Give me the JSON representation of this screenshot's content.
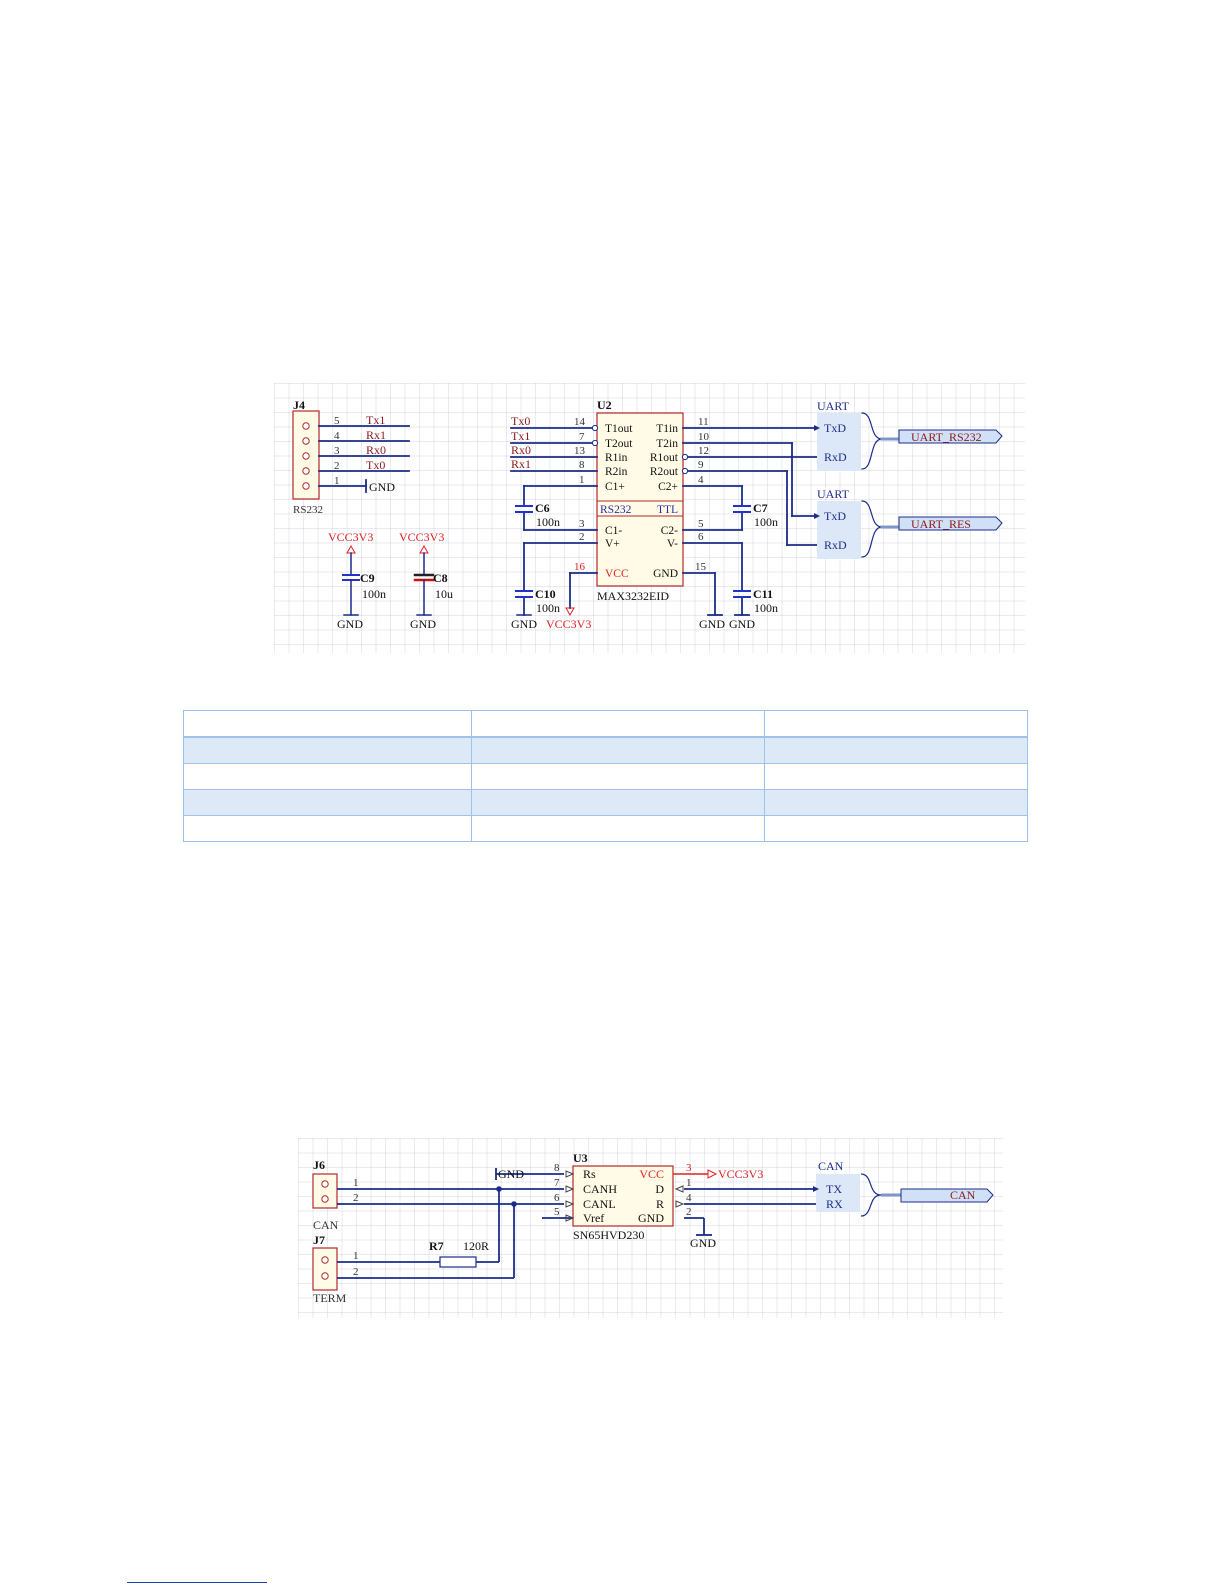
{
  "rs232_section": {
    "j4": {
      "ref": "J4",
      "name": "RS232",
      "pins": [
        {
          "num": "5",
          "net": "Tx1"
        },
        {
          "num": "4",
          "net": "Rx1"
        },
        {
          "num": "3",
          "net": "Rx0"
        },
        {
          "num": "2",
          "net": "Tx0"
        },
        {
          "num": "1",
          "net": "GND"
        }
      ]
    },
    "power_caps": [
      {
        "ref": "C9",
        "value": "100n",
        "power": "VCC3V3",
        "gnd": "GND"
      },
      {
        "ref": "C8",
        "value": "10u",
        "power": "VCC3V3",
        "gnd": "GND"
      }
    ],
    "u2": {
      "ref": "U2",
      "part": "MAX3232EID",
      "left_pins": [
        {
          "num": "14",
          "name": "T1out",
          "net": "Tx0"
        },
        {
          "num": "7",
          "name": "T2out",
          "net": "Tx1"
        },
        {
          "num": "13",
          "name": "R1in",
          "net": "Rx0"
        },
        {
          "num": "8",
          "name": "R2in",
          "net": "Rx1"
        },
        {
          "num": "1",
          "name": "C1+"
        },
        {
          "num": "3",
          "name": "C1-"
        },
        {
          "num": "2",
          "name": "V+"
        },
        {
          "num": "16",
          "name": "VCC"
        }
      ],
      "right_pins": [
        {
          "num": "11",
          "name": "T1in"
        },
        {
          "num": "10",
          "name": "T2in"
        },
        {
          "num": "12",
          "name": "R1out"
        },
        {
          "num": "9",
          "name": "R2out"
        },
        {
          "num": "4",
          "name": "C2+"
        },
        {
          "num": "5",
          "name": "C2-"
        },
        {
          "num": "6",
          "name": "V-"
        },
        {
          "num": "15",
          "name": "GND"
        }
      ],
      "band_left": "RS232",
      "band_right": "TTL",
      "vcc_net": "VCC3V3"
    },
    "pump_caps": [
      {
        "ref": "C6",
        "value": "100n"
      },
      {
        "ref": "C7",
        "value": "100n"
      },
      {
        "ref": "C10",
        "value": "100n"
      },
      {
        "ref": "C11",
        "value": "100n"
      }
    ],
    "gnd_labels": [
      "GND",
      "GND",
      "GND"
    ],
    "uart_ports": [
      {
        "title": "UART",
        "tx": "TxD",
        "rx": "RxD",
        "port": "UART_RS232"
      },
      {
        "title": "UART",
        "tx": "TxD",
        "rx": "RxD",
        "port": "UART_RES"
      }
    ]
  },
  "table": {
    "rows": [
      [
        "",
        "",
        ""
      ],
      [
        "",
        "",
        ""
      ],
      [
        "",
        "",
        ""
      ],
      [
        "",
        "",
        ""
      ],
      [
        "",
        "",
        ""
      ]
    ]
  },
  "can_section": {
    "j6": {
      "ref": "J6",
      "name": "CAN",
      "pins": [
        "1",
        "2"
      ]
    },
    "j7": {
      "ref": "J7",
      "name": "TERM",
      "pins": [
        "1",
        "2"
      ]
    },
    "r7": {
      "ref": "R7",
      "value": "120R"
    },
    "u3": {
      "ref": "U3",
      "part": "SN65HVD230",
      "left_pins": [
        {
          "num": "8",
          "name": "Rs"
        },
        {
          "num": "7",
          "name": "CANH"
        },
        {
          "num": "6",
          "name": "CANL"
        },
        {
          "num": "5",
          "name": "Vref"
        }
      ],
      "right_pins": [
        {
          "num": "3",
          "name": "VCC"
        },
        {
          "num": "1",
          "name": "D"
        },
        {
          "num": "4",
          "name": "R"
        },
        {
          "num": "2",
          "name": "GND"
        }
      ]
    },
    "gnd_left": "GND",
    "gnd_right": "GND",
    "vcc_net": "VCC3V3",
    "bus": {
      "title": "CAN",
      "tx": "TX",
      "rx": "RX",
      "port": "CAN"
    }
  },
  "colors": {
    "wire": "#1b2c8a",
    "part_outline": "#b5282a",
    "power_red": "#e02020",
    "net_label": "#8b1a1a",
    "port_fill": "#cfe0f7",
    "table_border": "#9ec3e6",
    "table_band": "#dde9f6"
  }
}
